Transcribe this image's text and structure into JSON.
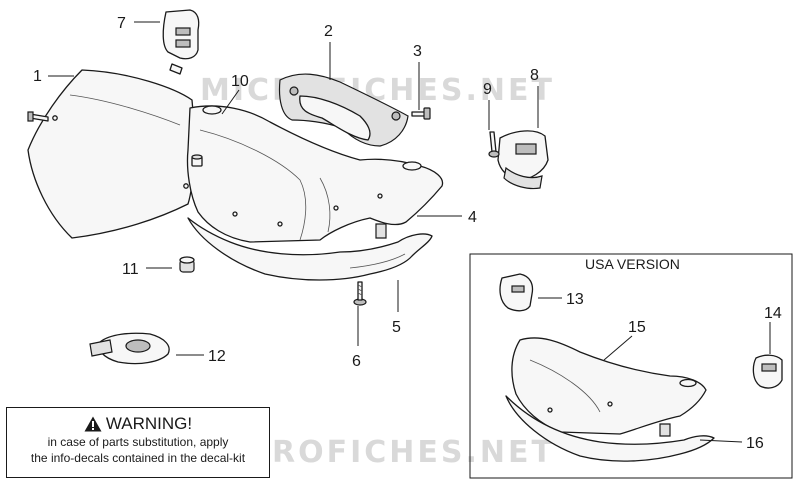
{
  "watermark": "MICROFICHES.NET",
  "usa_box": {
    "title": "USA VERSION"
  },
  "warning": {
    "title": "WARNING!",
    "line1": "in case of parts substitution, apply",
    "line2": "the info-decals contained in the decal-kit"
  },
  "callouts": {
    "c1": "1",
    "c2": "2",
    "c3": "3",
    "c4": "4",
    "c5": "5",
    "c6": "6",
    "c7": "7",
    "c8": "8",
    "c9": "9",
    "c10": "10",
    "c11": "11",
    "c12": "12",
    "c13": "13",
    "c14": "14",
    "c15": "15",
    "c16": "16"
  },
  "icons": {
    "warning": "warning-triangle-icon"
  }
}
